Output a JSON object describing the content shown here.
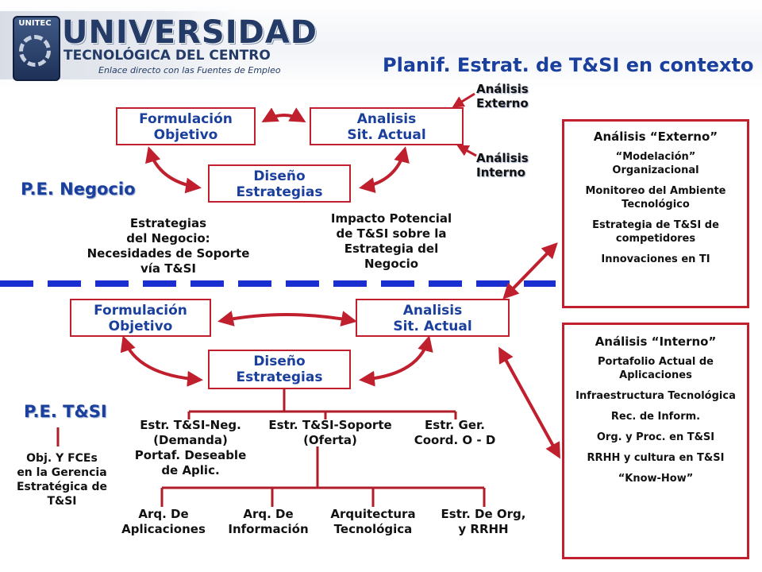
{
  "header": {
    "badge": "UNITEC",
    "logo_main": "UNIVERSIDAD",
    "logo_sub": "TECNOLÓGICA DEL CENTRO",
    "logo_tagline": "Enlace directo con las Fuentes de Empleo",
    "title": "Planif. Estrat. de T&SI en contexto"
  },
  "top": {
    "formulacion_l1": "Formulación",
    "formulacion_l2": "Objetivo",
    "analisis_l1": "Analisis",
    "analisis_l2": "Sit. Actual",
    "diseno_l1": "Diseño",
    "diseno_l2": "Estrategias",
    "analisis_externo_l1": "Análisis",
    "analisis_externo_l2": "Externo",
    "analisis_interno_l1": "Análisis",
    "analisis_interno_l2": "Interno",
    "pe_label": "P.E. Negocio",
    "estrategias_text": [
      "Estrategias",
      "del Negocio:",
      "Necesidades de Soporte",
      "vía T&SI"
    ],
    "impacto_text": [
      "Impacto Potencial",
      "de T&SI sobre la",
      "Estrategia del",
      "Negocio"
    ]
  },
  "bottom": {
    "formulacion_l1": "Formulación",
    "formulacion_l2": "Objetivo",
    "analisis_l1": "Analisis",
    "analisis_l2": "Sit. Actual",
    "diseno_l1": "Diseño",
    "diseno_l2": "Estrategias",
    "pe_label": "P.E. T&SI",
    "obj_text": [
      "Obj. Y FCEs",
      "en la Gerencia",
      "Estratégica de",
      "T&SI"
    ],
    "estr_neg": [
      "Estr. T&SI-Neg.",
      "(Demanda)",
      "Portaf. Deseable",
      "de Aplic."
    ],
    "estr_sop": [
      "Estr. T&SI-Soporte",
      "(Oferta)"
    ],
    "estr_ger": [
      "Estr. Ger.",
      "Coord. O - D"
    ],
    "arq_aplic": [
      "Arq. De",
      "Aplicaciones"
    ],
    "arq_info": [
      "Arq. De",
      "Información"
    ],
    "arq_tec": [
      "Arquitectura",
      "Tecnológica"
    ],
    "estr_org": [
      "Estr. De Org,",
      "y RRHH"
    ]
  },
  "externo_panel": {
    "title": "Análisis “Externo”",
    "items": [
      "“Modelación” Organizacional",
      "Monitoreo del Ambiente Tecnológico",
      "Estrategia de T&SI de competidores",
      "Innovaciones en TI"
    ]
  },
  "interno_panel": {
    "title": "Análisis “Interno”",
    "items": [
      "Portafolio Actual de Aplicaciones",
      "Infraestructura Tecnológica",
      "Rec. de Inform.",
      "Org. y Proc. en T&SI",
      "RRHH y cultura en T&SI",
      "“Know-How”"
    ]
  },
  "colors": {
    "title_blue": "#1a3f9c",
    "box_border_red": "#c0202e",
    "arrow_red": "#c0202e",
    "divider_blue": "#1a2fd0",
    "connector_red": "#b01c28"
  }
}
